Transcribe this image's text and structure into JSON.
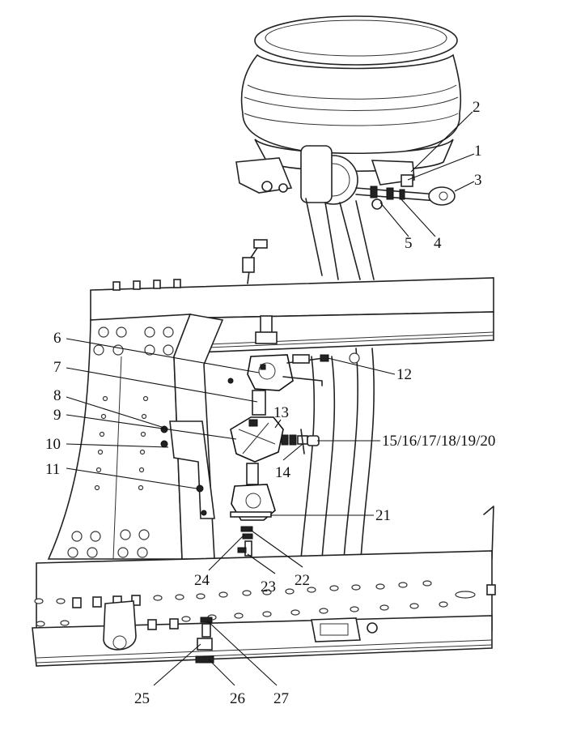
{
  "callouts": [
    {
      "id": "c1",
      "text": "1"
    },
    {
      "id": "c2",
      "text": "2"
    },
    {
      "id": "c3",
      "text": "3"
    },
    {
      "id": "c4",
      "text": "4"
    },
    {
      "id": "c5",
      "text": "5"
    },
    {
      "id": "c6",
      "text": "6"
    },
    {
      "id": "c7",
      "text": "7"
    },
    {
      "id": "c8",
      "text": "8"
    },
    {
      "id": "c9",
      "text": "9"
    },
    {
      "id": "c10",
      "text": "10"
    },
    {
      "id": "c11",
      "text": "11"
    },
    {
      "id": "c12",
      "text": "12"
    },
    {
      "id": "c13",
      "text": "13"
    },
    {
      "id": "c14",
      "text": "14"
    },
    {
      "id": "c15",
      "text": "15/16/17/18/19/20"
    },
    {
      "id": "c21",
      "text": "21"
    },
    {
      "id": "c22",
      "text": "22"
    },
    {
      "id": "c23",
      "text": "23"
    },
    {
      "id": "c24",
      "text": "24"
    },
    {
      "id": "c25",
      "text": "25"
    },
    {
      "id": "c26",
      "text": "26"
    },
    {
      "id": "c27",
      "text": "27"
    }
  ]
}
